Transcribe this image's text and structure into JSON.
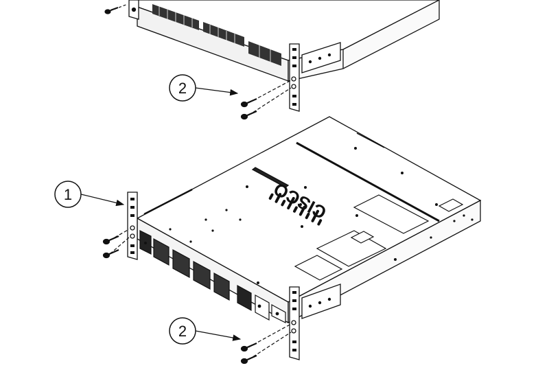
{
  "callouts": [
    {
      "id": "top-screws",
      "label": "2"
    },
    {
      "id": "left-bracket",
      "label": "1"
    },
    {
      "id": "bottom-screws",
      "label": "2"
    }
  ],
  "logo": {
    "text": "CISCO"
  }
}
